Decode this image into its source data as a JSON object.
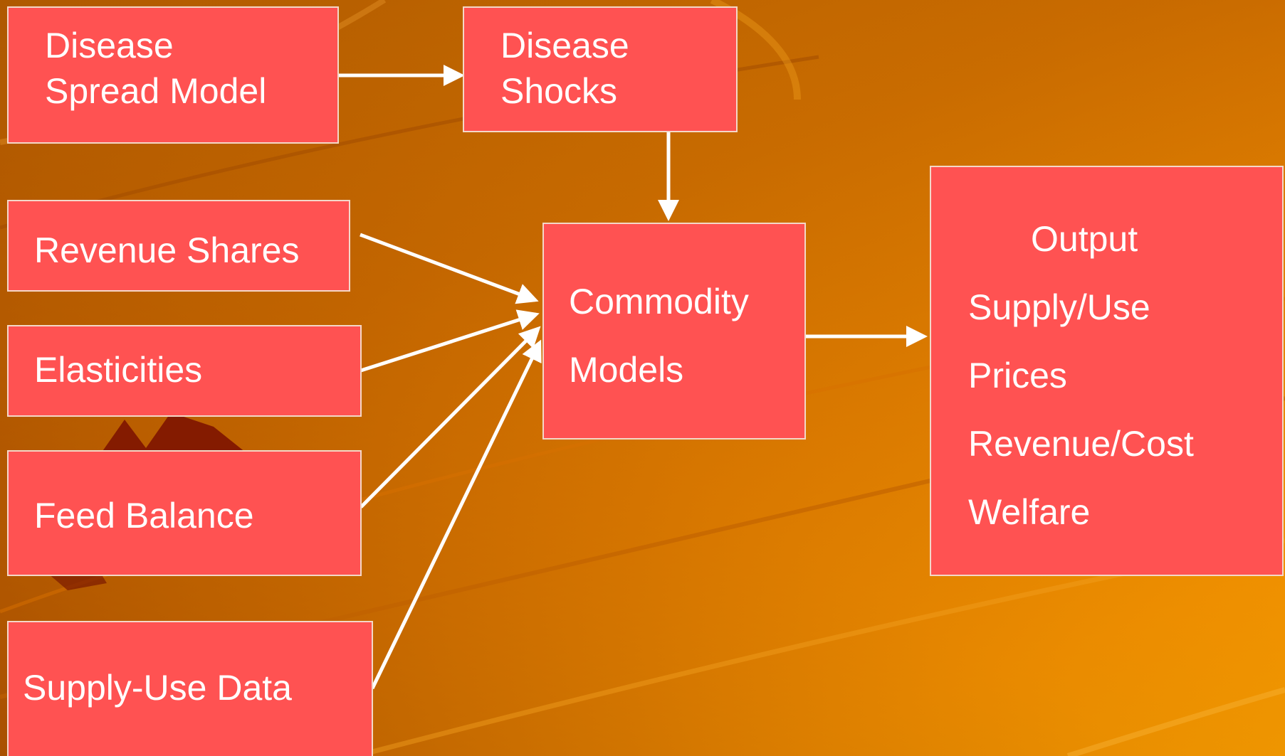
{
  "diagram": {
    "boxes": {
      "disease_spread_model": {
        "lines": [
          "Disease",
          "Spread Model"
        ]
      },
      "disease_shocks": {
        "lines": [
          "Disease",
          "Shocks"
        ]
      },
      "revenue_shares": {
        "label": "Revenue Shares"
      },
      "elasticities": {
        "label": "Elasticities"
      },
      "feed_balance": {
        "label": "Feed Balance"
      },
      "supply_use_data": {
        "label": "Supply-Use Data"
      },
      "commodity_models": {
        "lines": [
          "Commodity",
          "Models"
        ]
      },
      "output": {
        "title": "Output",
        "items": [
          "Supply/Use",
          "Prices",
          "Revenue/Cost",
          "Welfare"
        ]
      }
    },
    "colors": {
      "box_fill": "#ff5252",
      "box_border": "#f4d8c8",
      "text": "#ffffff",
      "arrow": "#ffffff",
      "background": "#e07e00"
    }
  }
}
